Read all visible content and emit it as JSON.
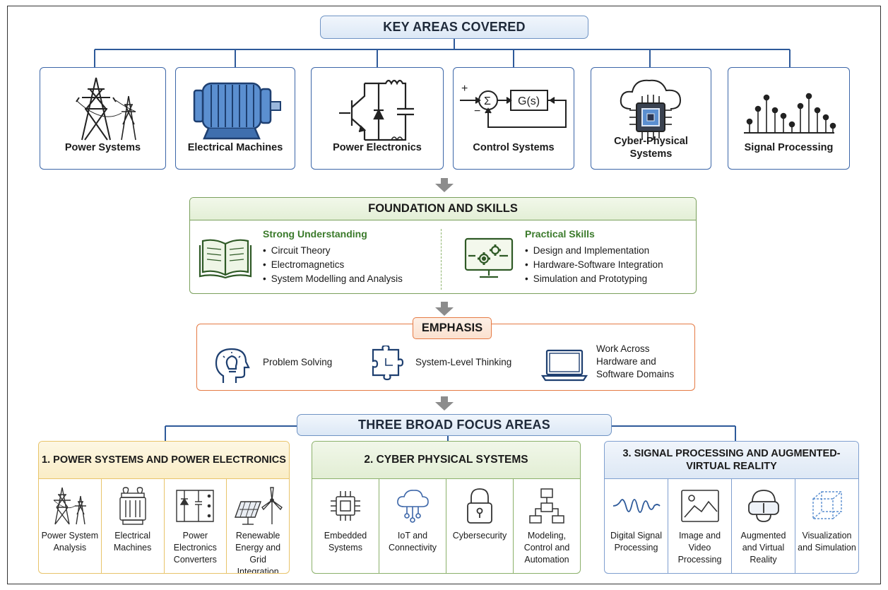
{
  "top": {
    "title": "KEY AREAS COVERED",
    "areas": [
      "Power Systems",
      "Electrical Machines",
      "Power Electronics",
      "Control Systems",
      "Cyber-Physical Systems",
      "Signal Processing"
    ],
    "control_block": "G(s)",
    "sigma": "Σ",
    "plus": "+",
    "minus": "−"
  },
  "foundation": {
    "title": "FOUNDATION AND SKILLS",
    "understanding": {
      "heading": "Strong Understanding",
      "items": [
        "Circuit Theory",
        "Electromagnetics",
        "System Modelling and Analysis"
      ]
    },
    "practical": {
      "heading": "Practical Skills",
      "items": [
        "Design and Implementation",
        "Hardware-Software Integration",
        "Simulation and Prototyping"
      ]
    }
  },
  "emphasis": {
    "title": "EMPHASIS",
    "items": [
      "Problem Solving",
      "System-Level Thinking",
      "Work Across Hardware and Software Domains"
    ]
  },
  "focus": {
    "title": "THREE BROAD FOCUS AREAS",
    "areas": [
      {
        "title": "1. POWER SYSTEMS AND POWER ELECTRONICS",
        "items": [
          "Power System Analysis",
          "Electrical Machines",
          "Power Electronics Converters",
          "Renewable Energy and Grid Integration"
        ],
        "color": "#e8c46a"
      },
      {
        "title": "2. CYBER PHYSICAL SYSTEMS",
        "items": [
          "Embedded Systems",
          "IoT and Connectivity",
          "Cybersecurity",
          "Modeling, Control and Automation"
        ],
        "color": "#8bb06a"
      },
      {
        "title": "3. SIGNAL PROCESSING AND AUGMENTED-VIRTUAL REALITY",
        "items": [
          "Digital Signal Processing",
          "Image and Video Processing",
          "Augmented and Virtual Reality",
          "Visualization and Simulation"
        ],
        "color": "#7f9fcf"
      }
    ]
  },
  "colors": {
    "blue": "#3c66a8",
    "green": "#7aa05c",
    "orange": "#e57a44",
    "gold": "#e8c46a",
    "arrow": "#8c8c8c"
  }
}
